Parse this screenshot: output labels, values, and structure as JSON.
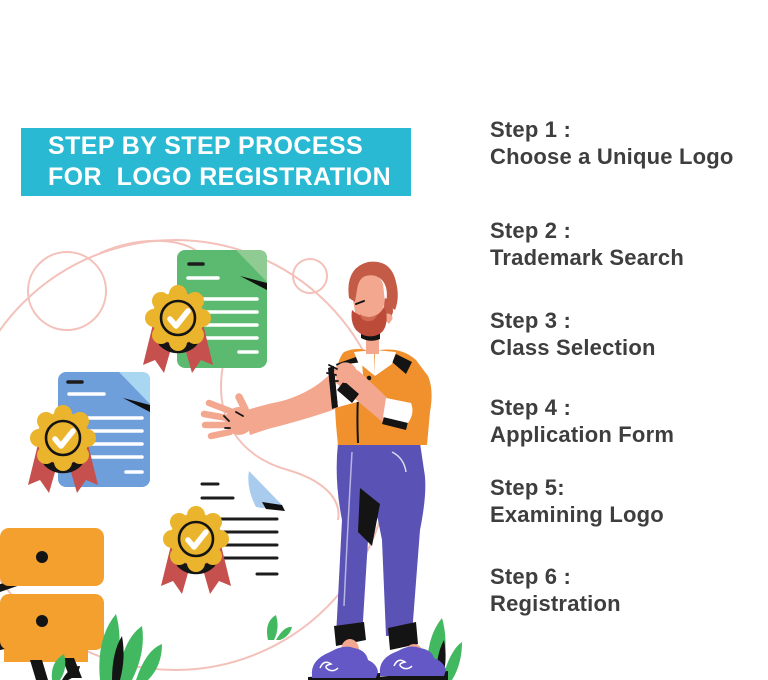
{
  "banner": {
    "line1": "STEP BY STEP PROCESS",
    "line2": "FOR  LOGO REGISTRATION",
    "bg_color": "#29B9D2",
    "text_color": "#FFFFFF"
  },
  "steps": [
    {
      "label": "Step 1 :",
      "title": "Choose a Unique Logo"
    },
    {
      "label": "Step 2 :",
      "title": "Trademark Search"
    },
    {
      "label": "Step 3 :",
      "title": "Class Selection"
    },
    {
      "label": "Step 4 :",
      "title": "Application Form"
    },
    {
      "label": "Step 5:",
      "title": "Examining Logo"
    },
    {
      "label": "Step 6 :",
      "title": "Registration"
    }
  ],
  "illustration": {
    "description": "Man in orange shirt and purple pants presenting three certificates with gold award rosettes and red ribbons, orange filing cabinet and green plants, decorative pink circles",
    "elements": [
      "certificate-green",
      "certificate-blue",
      "document-lines",
      "award-badge",
      "filing-cabinet",
      "plants",
      "presenter-man",
      "decor-circles"
    ]
  },
  "colors": {
    "banner_bg": "#29B9D2",
    "step_text": "#3E3E3E",
    "doc_green": "#5BBA70",
    "doc_green_fold": "#8FCB92",
    "doc_blue": "#6F9FDB",
    "doc_blue_fold": "#A9CBEE",
    "badge_gold": "#EAB42C",
    "ribbon_red": "#C6504E",
    "skin": "#F3A78F",
    "hair": "#C35B46",
    "beard": "#BC4B3A",
    "shirt_orange": "#F0912D",
    "pants_purple": "#5A52B5",
    "shoes_purple": "#6458C6",
    "cabinet_orange": "#F4A02E",
    "plant_green": "#42B961",
    "decor_pink": "#F3C1BA",
    "line_dark": "#1C1C1C"
  }
}
